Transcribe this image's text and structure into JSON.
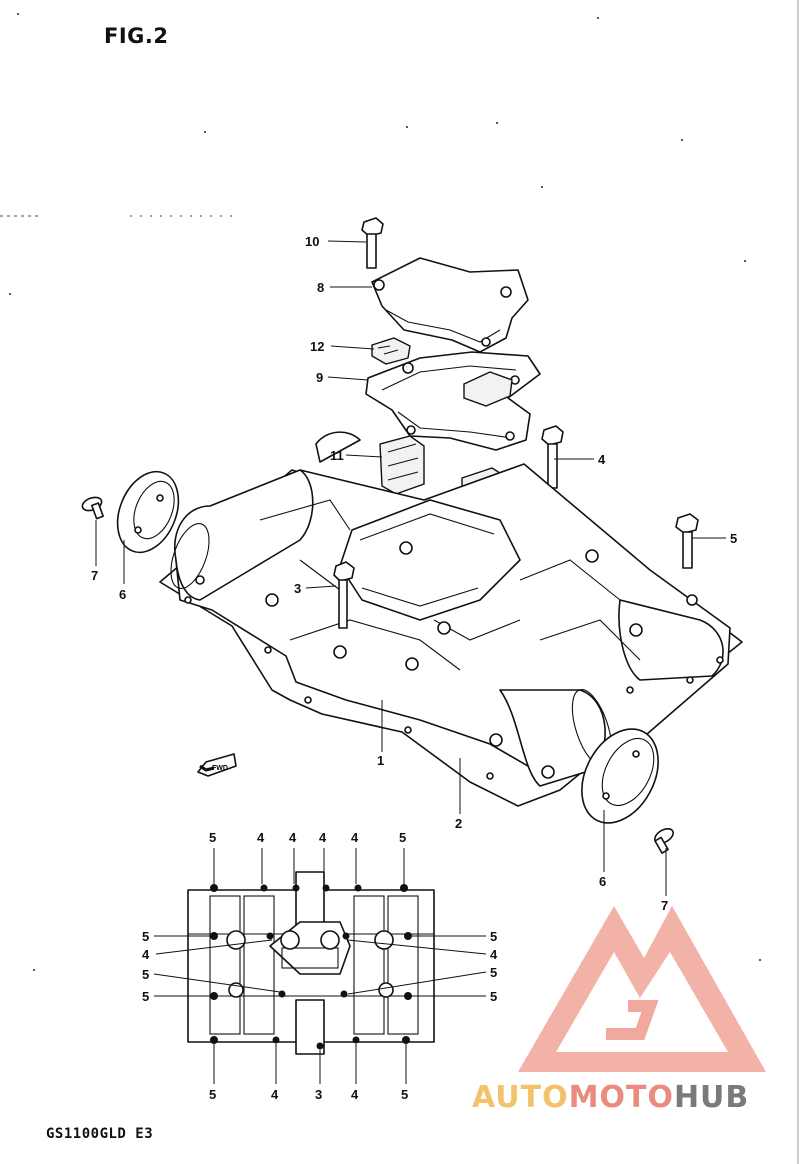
{
  "figure": {
    "title": "FIG.2",
    "model_code": "GS1100GLD E3"
  },
  "direction_marker": "FWD",
  "callouts": [
    {
      "id": "c10",
      "label": "10"
    },
    {
      "id": "c8",
      "label": "8"
    },
    {
      "id": "c12",
      "label": "12"
    },
    {
      "id": "c9",
      "label": "9"
    },
    {
      "id": "c11",
      "label": "11"
    },
    {
      "id": "c4",
      "label": "4"
    },
    {
      "id": "c5",
      "label": "5"
    },
    {
      "id": "c7a",
      "label": "7"
    },
    {
      "id": "c6a",
      "label": "6"
    },
    {
      "id": "c3",
      "label": "3"
    },
    {
      "id": "c1",
      "label": "1"
    },
    {
      "id": "c2",
      "label": "2"
    },
    {
      "id": "c6b",
      "label": "6"
    },
    {
      "id": "c7b",
      "label": "7"
    }
  ],
  "bolt_map": {
    "top": [
      "5",
      "4",
      "4",
      "4",
      "4",
      "5"
    ],
    "left": [
      "5",
      "4",
      "5",
      "5"
    ],
    "right": [
      "5",
      "4",
      "5",
      "5"
    ],
    "bottom": [
      "5",
      "4",
      "3",
      "4",
      "5"
    ]
  },
  "watermark": {
    "part1": "AUTO",
    "part2": "MOTO",
    "part3": "HUB",
    "colors": {
      "warm": "#f3c36b",
      "red": "#e98b7e",
      "gray": "#7a7a7a"
    }
  }
}
